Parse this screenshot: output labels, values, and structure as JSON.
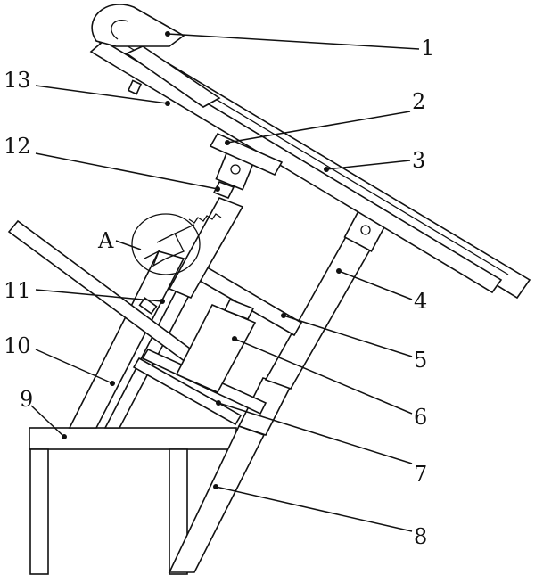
{
  "diagram": {
    "labels": {
      "l1": "1",
      "l2": "2",
      "l3": "3",
      "l4": "4",
      "l5": "5",
      "l6": "6",
      "l7": "7",
      "l8": "8",
      "l9": "9",
      "l10": "10",
      "l11": "11",
      "l12": "12",
      "l13": "13",
      "detail": "A"
    }
  }
}
